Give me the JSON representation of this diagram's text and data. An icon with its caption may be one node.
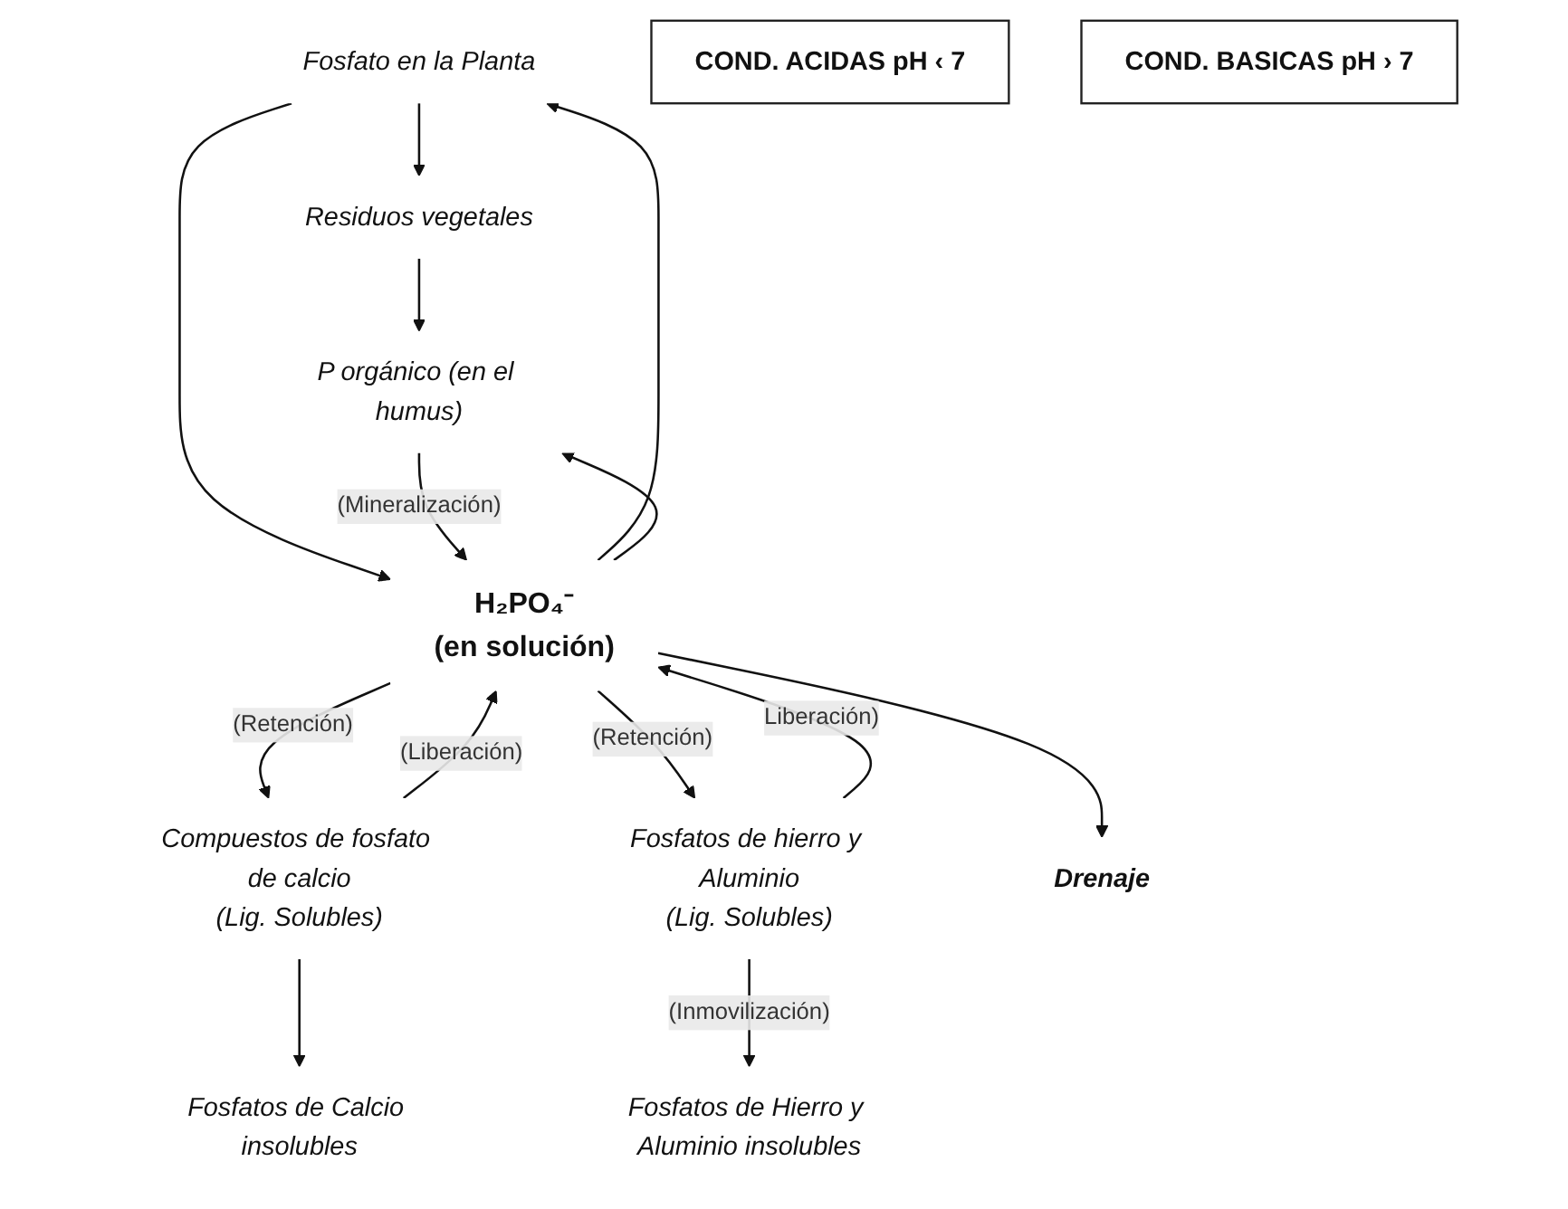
{
  "diagram": {
    "nodes": [
      {
        "text": [
          "Fosfato en la Planta"
        ]
      },
      {
        "text": [
          "Residuos vegetales"
        ]
      },
      {
        "text": [
          "P orgánico (en el humus)"
        ]
      },
      {
        "text": [
          "H₂PO₄⁻",
          "(en solución)"
        ]
      },
      {
        "text": [
          "Compuestos de fosfato de calcio",
          "(Lig. Solubles)"
        ]
      },
      {
        "text": [
          "Fosfatos de hierro y Aluminio",
          "(Lig. Solubles)"
        ]
      },
      {
        "text": [
          "Drenaje"
        ]
      },
      {
        "text": [
          "Fosfatos de Hierro y Aluminio insolubles"
        ]
      },
      {
        "text": [
          "Fosfatos de Calcio insolubles"
        ]
      },
      {
        "text": [
          "COND. ACIDAS pH ‹ 7"
        ]
      },
      {
        "text": [
          "COND. BASICAS pH › 7"
        ]
      }
    ],
    "edges": [
      {
        "from": 0,
        "to": 1,
        "arrow": "to"
      },
      {
        "from": 1,
        "to": 2,
        "arrow": "to"
      },
      {
        "from": 3,
        "to": 0,
        "arrow": "to"
      },
      {
        "from": 0,
        "to": 3,
        "arrow": "to"
      },
      {
        "from": 2,
        "to": 3,
        "label": "(Mineralización)",
        "arrow": "to"
      },
      {
        "from": 3,
        "to": 2,
        "arrow": "to"
      },
      {
        "from": 3,
        "to": 4,
        "label": "(Retención)",
        "arrow": "to"
      },
      {
        "from": 4,
        "to": 3,
        "label": "(Liberación)",
        "arrow": "to"
      },
      {
        "from": 3,
        "to": 5,
        "label": "(Retención)",
        "arrow": "to"
      },
      {
        "from": 5,
        "to": 3,
        "label": "Liberación)",
        "arrow": "to"
      },
      {
        "from": 3,
        "to": 6,
        "arrow": "to"
      },
      {
        "from": 5,
        "to": 7,
        "label": "(Inmovilización)",
        "arrow": "to"
      },
      {
        "from": 4,
        "to": 8,
        "arrow": "to"
      }
    ]
  }
}
